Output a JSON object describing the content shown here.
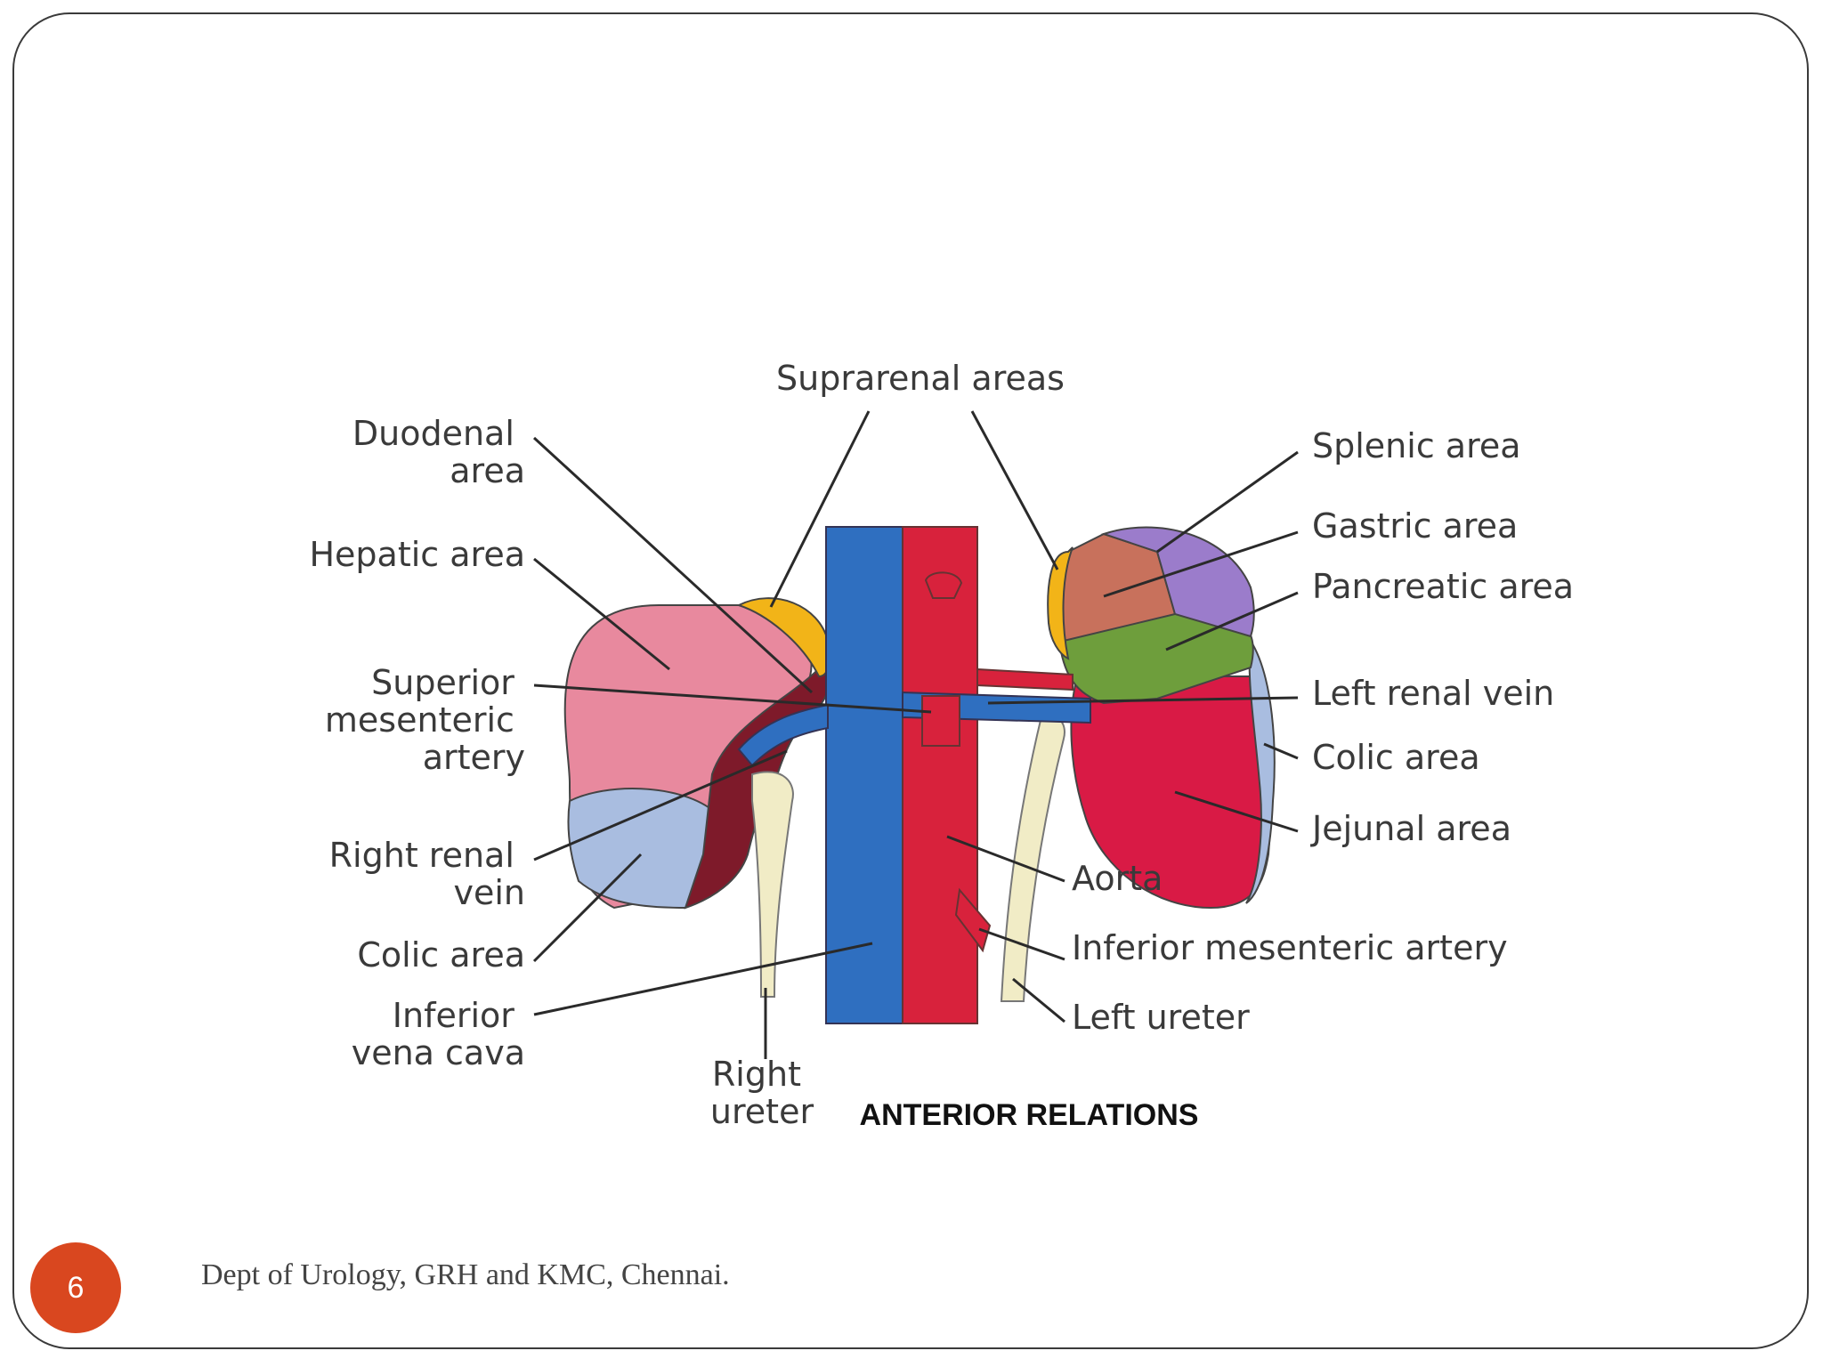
{
  "figure": {
    "caption": "ANTERIOR RELATIONS",
    "labels": {
      "suprarenal": "Suprarenal areas",
      "duodenal": [
        "Duodenal",
        "area"
      ],
      "hepatic": "Hepatic area",
      "sma": [
        "Superior",
        "mesenteric",
        "artery"
      ],
      "right_renal_vein": [
        "Right renal",
        "vein"
      ],
      "right_colic": "Colic area",
      "ivc": [
        "Inferior",
        "vena cava"
      ],
      "right_ureter": [
        "Right",
        "ureter"
      ],
      "splenic": "Splenic area",
      "gastric": "Gastric area",
      "pancreatic": "Pancreatic area",
      "left_renal_vein": "Left renal vein",
      "left_colic": "Colic area",
      "jejunal": "Jejunal area",
      "aorta": "Aorta",
      "ima": "Inferior mesenteric artery",
      "left_ureter": "Left ureter"
    },
    "colors": {
      "vein": "#2f6fc0",
      "artery": "#d8223c",
      "hepatic": "#e8899e",
      "colic": "#a9bde0",
      "suprarenal": "#f2b418",
      "splenic": "#9b7ccb",
      "gastric": "#c8715c",
      "pancreatic": "#6e9e3c",
      "jejunal": "#d91a45",
      "duodenal": "#7e1a2a",
      "ureter": "#f1ecc6"
    }
  },
  "footer": {
    "slide_number": "6",
    "text": "Dept of Urology, GRH and KMC, Chennai."
  }
}
